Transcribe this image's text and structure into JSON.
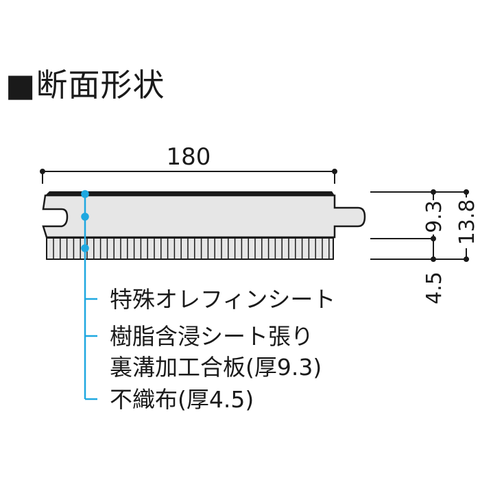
{
  "title": "■断面形状",
  "dimensions": {
    "width": "180",
    "top_layer": "9.3",
    "total": "13.8",
    "bottom_layer": "4.5"
  },
  "labels": [
    "特殊オレフィンシート",
    "樹脂含浸シート張り",
    "裏溝加工合板(厚9.3)",
    "不織布(厚4.5)"
  ],
  "colors": {
    "leader": "#1fa8e0",
    "board": "#e6e6e6",
    "ink": "#1a1a1a"
  }
}
